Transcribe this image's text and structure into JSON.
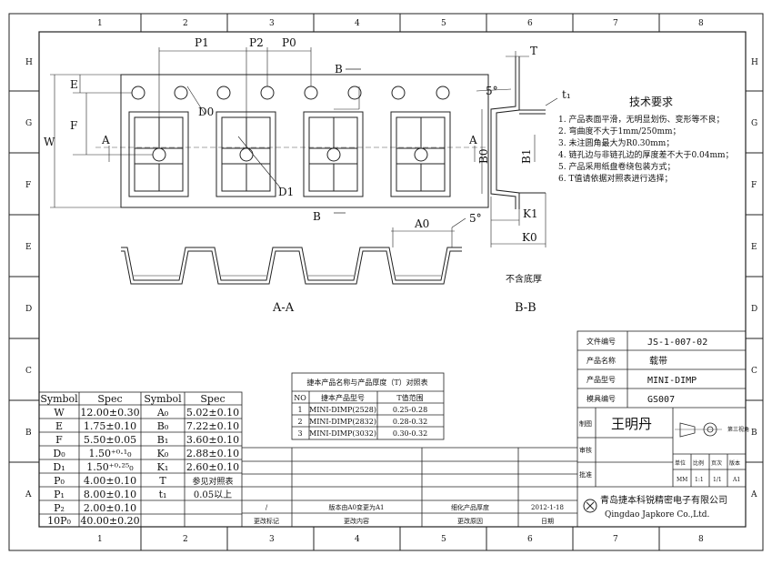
{
  "frame": {
    "top_cols": [
      "1",
      "2",
      "3",
      "4",
      "5",
      "6",
      "7",
      "8"
    ],
    "side_rows": [
      "H",
      "G",
      "F",
      "E",
      "D",
      "C",
      "B",
      "A"
    ]
  },
  "dims": {
    "p1": "P1",
    "p2": "P2",
    "p0": "P0",
    "w": "W",
    "e": "E",
    "f": "F",
    "d0": "D0",
    "d1": "D1",
    "a_left": "A",
    "a_right": "A",
    "b_top": "B",
    "b_bottom": "B",
    "b0": "B0",
    "a0": "A0",
    "angle_top": "5°",
    "angle_side": "5°",
    "t": "T",
    "t1": "t₁",
    "b1": "B1",
    "k1": "K1",
    "k0": "K0"
  },
  "views": {
    "aa": "A-A",
    "bb": "B-B",
    "no_bottom": "不含底厚"
  },
  "tech": {
    "title": "技术要求",
    "items": [
      "1. 产品表面平滑，无明显划伤、变形等不良；",
      "2. 弯曲度不大于1mm/250mm；",
      "3. 未注圆角最大为R0.30mm；",
      "4. 链孔边与非链孔边的厚度差不大于0.04mm；",
      "5. 产品采用纸盘卷绕包装方式；",
      "6. T值请依据对照表进行选择；"
    ]
  },
  "spec_table": {
    "headers": [
      "Symbol",
      "Spec",
      "Symbol",
      "Spec"
    ],
    "rows": [
      [
        "W",
        "12.00±0.30",
        "A₀",
        "5.02±0.10"
      ],
      [
        "E",
        "1.75±0.10",
        "B₀",
        "7.22±0.10"
      ],
      [
        "F",
        "5.50±0.05",
        "B₁",
        "3.60±0.10"
      ],
      [
        "D₀",
        "1.50⁺⁰·¹₀",
        "K₀",
        "2.88±0.10"
      ],
      [
        "D₁",
        "1.50⁺⁰·²⁵₀",
        "K₁",
        "2.60±0.10"
      ],
      [
        "P₀",
        "4.00±0.10",
        "T",
        "参见对照表"
      ],
      [
        "P₁",
        "8.00±0.10",
        "t₁",
        "0.05以上"
      ],
      [
        "P₂",
        "2.00±0.10",
        "",
        ""
      ],
      [
        "10P₀",
        "40.00±0.20",
        "",
        ""
      ]
    ]
  },
  "thickness_table": {
    "title": "捷本产品名称与产品厚度（T）对照表",
    "headers": [
      "NO",
      "捷本产品型号",
      "T值范围"
    ],
    "rows": [
      [
        "1",
        "MINI-DIMP(2528)",
        "0.25-0.28"
      ],
      [
        "2",
        "MINI-DIMP(2832)",
        "0.28-0.32"
      ],
      [
        "3",
        "MINI-DIMP(3032)",
        "0.30-0.32"
      ]
    ]
  },
  "revision": {
    "row": [
      "/",
      "版本由A0变更为A1",
      "细化产品厚度",
      "2012-1-18"
    ],
    "headers": [
      "更改标记",
      "更改内容",
      "更改原因",
      "日期"
    ]
  },
  "title_block": {
    "doc_no_label": "文件编号",
    "doc_no": "JS-1-007-02",
    "name_label": "产品名称",
    "name": "载带",
    "model_label": "产品型号",
    "model": "MINI-DIMP",
    "mold_label": "模具编号",
    "mold": "GS007",
    "draw_label": "制图",
    "drawer": "王明丹",
    "review_label": "审核",
    "approve_label": "批准",
    "projection": "第三视角",
    "unit_h": "单位",
    "scale_h": "比例",
    "page_h": "页次",
    "ver_h": "版本",
    "unit": "MM",
    "scale": "1:1",
    "page": "1/1",
    "ver": "A1",
    "company_cn": "青岛捷本科锐精密电子有限公司",
    "company_en": "Qingdao Japkore Co.,Ltd."
  }
}
